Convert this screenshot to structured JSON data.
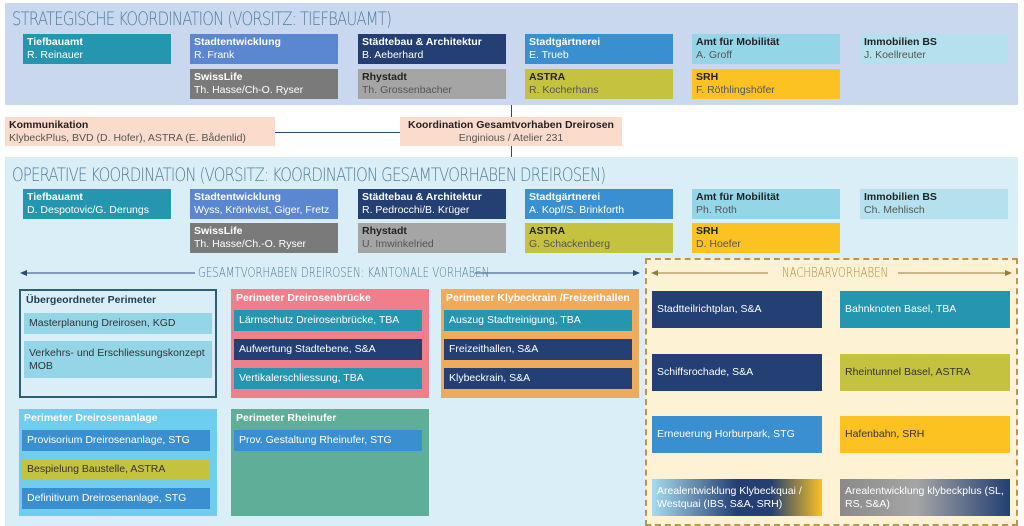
{
  "colors": {
    "tba": "#2596b0",
    "ste": "#5b87d0",
    "sa": "#233f73",
    "stg": "#3a8fd0",
    "mob": "#95d5e8",
    "ibs": "#b5e1ef",
    "sl": "#7a7a7a",
    "rs": "#a5a5a5",
    "astra": "#c5c240",
    "srh": "#fbc222"
  },
  "strategic": {
    "title": "STRATEGISCHE KOORDINATION (VORSITZ: TIEFBAUAMT)",
    "orgs": [
      {
        "name": "Tiefbauamt",
        "person": "R. Reinauer",
        "c": "tba"
      },
      {
        "name": "Stadtentwicklung",
        "person": "R. Frank",
        "c": "ste"
      },
      {
        "name": "Städtebau & Architektur",
        "person": "B. Aeberhard",
        "c": "sa"
      },
      {
        "name": "Stadtgärtnerei",
        "person": "E. Trueb",
        "c": "stg"
      },
      {
        "name": "Amt für Mobilität",
        "person": "A. Groff",
        "c": "mob"
      },
      {
        "name": "Immobilien BS",
        "person": "J. Koellreuter",
        "c": "ibs"
      },
      {
        "name": "SwissLife",
        "person": "Th. Hasse/Ch-O. Ryser",
        "c": "sl"
      },
      {
        "name": "Rhystadt",
        "person": "Th. Grossenbacher",
        "c": "rs"
      },
      {
        "name": "ASTRA",
        "person": "R. Kocherhans",
        "c": "astra"
      },
      {
        "name": "SRH",
        "person": "F. Röthlingshöfer",
        "c": "srh"
      }
    ]
  },
  "kommunikation": {
    "title": "Kommunikation",
    "text": "KlybeckPlus, BVD (D. Hofer), ASTRA (E. Bådenlid)"
  },
  "koordination": {
    "title": "Koordination Gesamtvorhaben Dreirosen",
    "text": "Enginious / Atelier 231"
  },
  "operative": {
    "title": "OPERATIVE KOORDINATION (VORSITZ: KOORDINATION GESAMTVORHABEN DREIROSEN)",
    "orgs": [
      {
        "name": "Tiefbauamt",
        "person": "D. Despotovic/G. Derungs",
        "c": "tba"
      },
      {
        "name": "Stadtentwicklung",
        "person": "Wyss, Krönkvist, Giger, Fretz",
        "c": "ste"
      },
      {
        "name": "Städtebau & Architektur",
        "person": "R. Pedrocchi/B. Krüger",
        "c": "sa"
      },
      {
        "name": "Stadtgärtnerei",
        "person": "A. Kopf/S. Brinkforth",
        "c": "stg"
      },
      {
        "name": "Amt für Mobilität",
        "person": "Ph. Roth",
        "c": "mob"
      },
      {
        "name": "Immobilien BS",
        "person": "Ch. Mehlisch",
        "c": "ibs"
      },
      {
        "name": "SwissLife",
        "person": "Th. Hasse/Ch.-O. Ryser",
        "c": "sl"
      },
      {
        "name": "Rhystadt",
        "person": "U. Imwinkelried",
        "c": "rs"
      },
      {
        "name": "ASTRA",
        "person": "G. Schackenberg",
        "c": "astra"
      },
      {
        "name": "SRH",
        "person": "D. Hoefer",
        "c": "srh"
      }
    ]
  },
  "kantonal_label": "GESAMTVORHABEN DREIROSEN: KANTONALE VORHABEN",
  "nachbar_label": "NACHBARVORHABEN",
  "perimeters": [
    {
      "title": "Übergeordneter Perimeter",
      "items": [
        {
          "t": "Masterplanung Dreirosen, KGD",
          "c": "mob"
        },
        {
          "t": "Verkehrs- und Erschliessungskonzept MOB",
          "c": "mob"
        }
      ]
    },
    {
      "title": "Perimeter Dreirosenbrücke",
      "items": [
        {
          "t": "Lärmschutz Dreirosenbrücke, TBA",
          "c": "tba"
        },
        {
          "t": "Aufwertung Stadtebene, S&A",
          "c": "sa"
        },
        {
          "t": "Vertikalerschliessung, TBA",
          "c": "tba"
        }
      ]
    },
    {
      "title": "Perimeter Klybeckrain /Freizeithallen",
      "items": [
        {
          "t": "Auszug Stadtreinigung, TBA",
          "c": "tba"
        },
        {
          "t": "Freizeithallen, S&A",
          "c": "sa"
        },
        {
          "t": "Klybeckrain, S&A",
          "c": "sa"
        }
      ]
    },
    {
      "title": "Perimeter Dreirosenanlage",
      "items": [
        {
          "t": "Provisorium Dreirosenanlage, STG",
          "c": "stg"
        },
        {
          "t": "Bespielung Baustelle, ASTRA",
          "c": "astra"
        },
        {
          "t": "Definitivum Dreirosenanlage, STG",
          "c": "stg"
        }
      ]
    },
    {
      "title": "Perimeter Rheinufer",
      "items": [
        {
          "t": "Prov. Gestaltung Rheinufer, STG",
          "c": "stg"
        }
      ]
    }
  ],
  "nachbar": [
    {
      "t": "Stadtteilrichtplan, S&A",
      "c": "sa"
    },
    {
      "t": "Bahnknoten Basel, TBA",
      "c": "tba"
    },
    {
      "t": "Schiffsrochade, S&A",
      "c": "sa"
    },
    {
      "t": "Rheintunnel Basel, ASTRA",
      "c": "astra"
    },
    {
      "t": "Erneuerung Horburpark, STG",
      "c": "stg"
    },
    {
      "t": "Hafenbahn, SRH",
      "c": "srh"
    },
    {
      "t": "Arealentwicklung Klybeckquai / Westquai (IBS, S&A, SRH)",
      "c": "grad1"
    },
    {
      "t": "Arealentwicklung klybeckplus (SL, RS, S&A)",
      "c": "grad2"
    }
  ]
}
